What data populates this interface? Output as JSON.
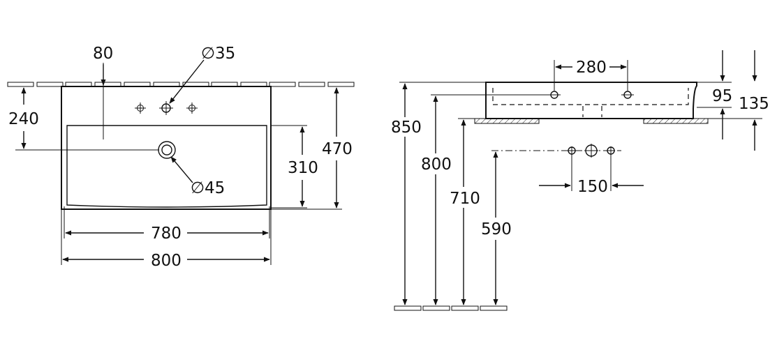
{
  "plan_view": {
    "tap_offset": "80",
    "tap_hole_diameter": "∅35",
    "tap_hole_depth": "240",
    "overflow_diameter": "∅45",
    "bowl_depth": "310",
    "overall_depth": "470",
    "bowl_width": "780",
    "overall_width": "800"
  },
  "side_view": {
    "tap_hole_spacing": "280",
    "bowl_height_inner": "95",
    "bowl_height_outer": "135",
    "top_height": "850",
    "mount_height": "800",
    "waste_height": "710",
    "supply_height": "590",
    "supply_spacing": "150"
  }
}
